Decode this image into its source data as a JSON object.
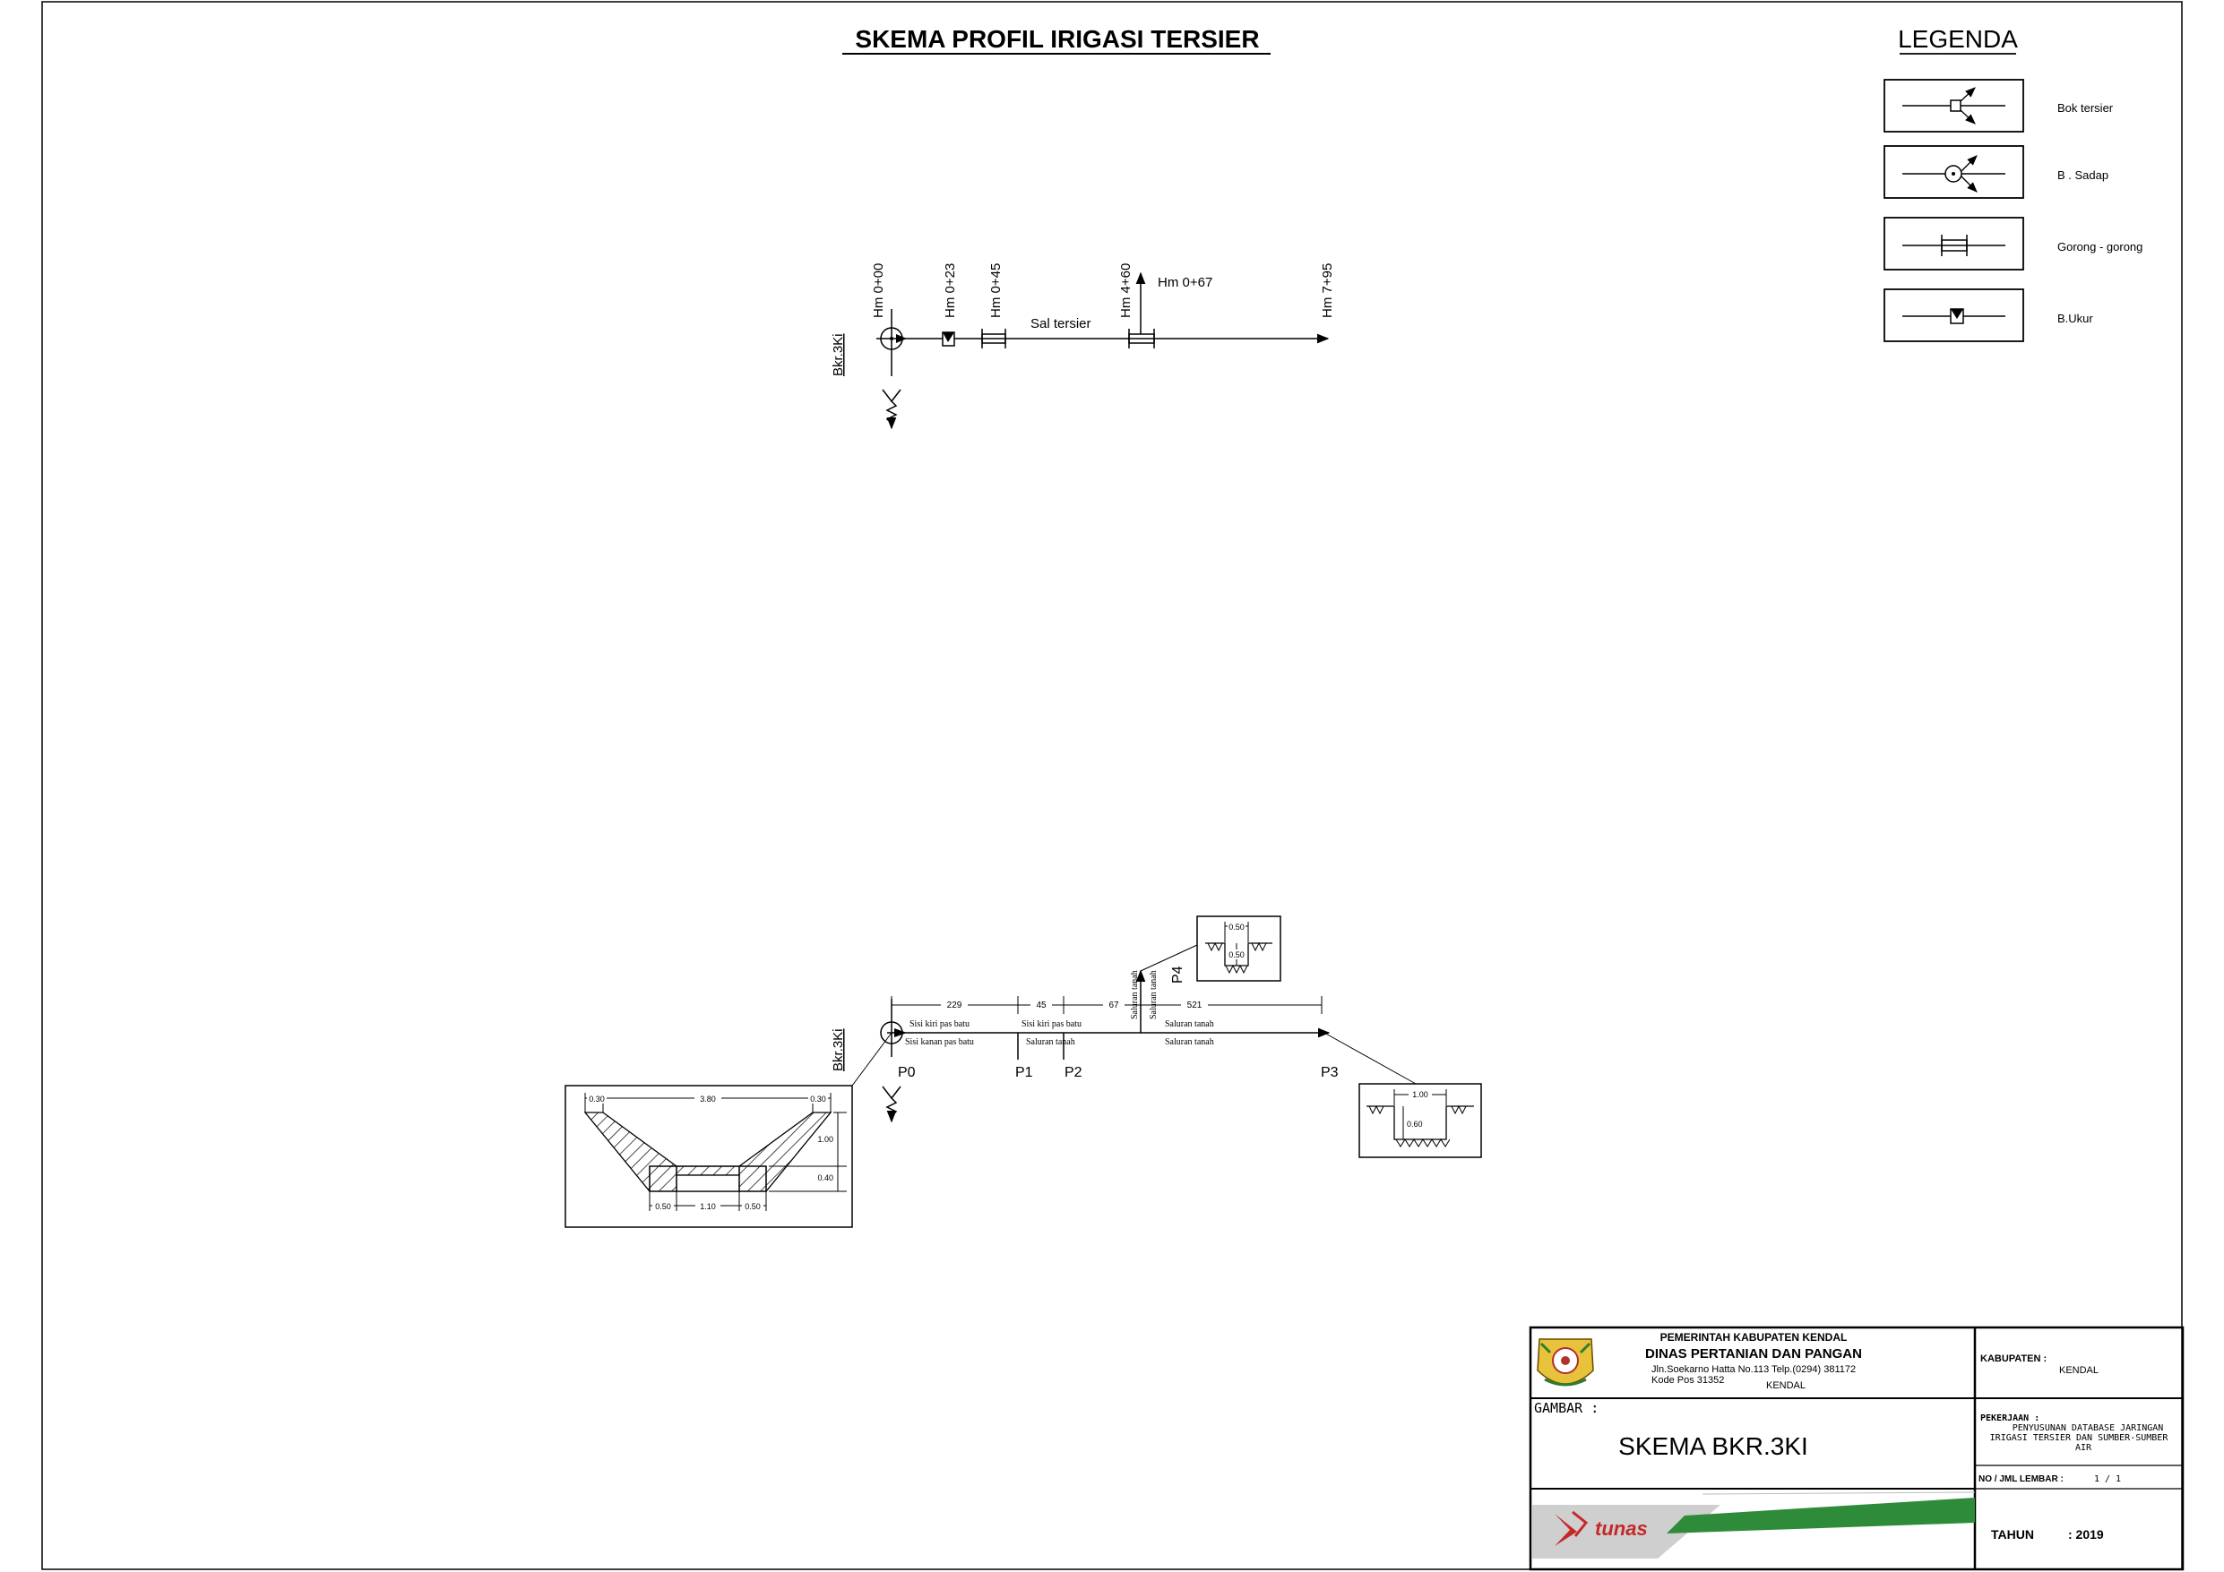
{
  "title": "SKEMA PROFIL IRIGASI TERSIER",
  "legend": {
    "title": "LEGENDA",
    "items": [
      {
        "label": "Bok tersier",
        "icon": "bok-tersier-icon"
      },
      {
        "label": "B . Sadap",
        "icon": "box-sadap-icon"
      },
      {
        "label": "Gorong - gorong",
        "icon": "culvert-icon"
      },
      {
        "label": "B.Ukur",
        "icon": "measure-box-icon"
      }
    ]
  },
  "schema": {
    "source_label": "Bkr.3Ki",
    "stations": [
      "Hm 0+00",
      "Hm 0+23",
      "Hm 0+45",
      "Hm 4+60",
      "Hm 0+67",
      "Hm 7+95"
    ],
    "channel_label": "Sal tersier"
  },
  "profile": {
    "source_label": "Bkr.3Ki",
    "points": [
      "P0",
      "P1",
      "P2",
      "P3",
      "P4"
    ],
    "lengths": [
      "229",
      "45",
      "67",
      "521"
    ],
    "seg_labels_top": [
      "Sisi kiri pas batu",
      "Sisi kiri pas batu",
      "Saluran tanah"
    ],
    "seg_labels_bottom": [
      "Sisi kanan pas batu",
      "Saluran tanah",
      "Saluran tanah"
    ],
    "branch_labels": [
      "Saluran tanah",
      "Saluran tanah"
    ],
    "cross_left": {
      "top_dims": [
        "0.30",
        "3.80",
        "0.30"
      ],
      "side_dims": [
        "1.00",
        "0.40"
      ],
      "bottom_dims": [
        "0.50",
        "1.10",
        "0.50"
      ]
    },
    "cross_p4": {
      "width": "0.50",
      "depth": "0.50"
    },
    "cross_p3": {
      "width": "1.00",
      "depth": "0.60"
    }
  },
  "title_block": {
    "gov": "PEMERINTAH KABUPATEN KENDAL",
    "dept": "DINAS PERTANIAN DAN PANGAN",
    "address": "Jln.Soekarno Hatta No.113 Telp.(0294) 381172",
    "postal": "Kode Pos 31352",
    "city": "KENDAL",
    "kab_label": "KABUPATEN :",
    "kab_value": "KENDAL",
    "gambar_label": "GAMBAR :",
    "gambar_value": "SKEMA BKR.3KI",
    "pek_label": "PEKERJAAN :",
    "pek_lines": [
      "PENYUSUNAN DATABASE JARINGAN",
      "IRIGASI TERSIER DAN SUMBER-SUMBER",
      "AIR"
    ],
    "no_label": "NO / JML LEMBAR :",
    "no_value": "1 / 1",
    "tahun_label": "TAHUN",
    "tahun_value": ": 2019",
    "company": "tunas"
  }
}
